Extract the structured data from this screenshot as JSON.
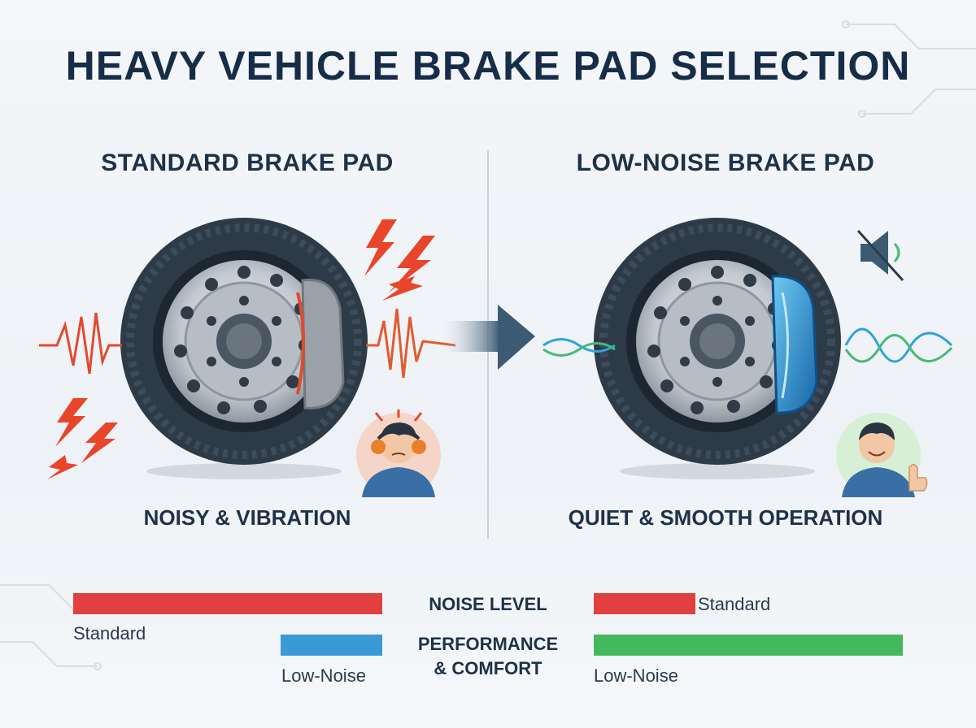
{
  "title": "HEAVY VEHICLE BRAKE PAD SELECTION",
  "left_panel": {
    "heading": "STANDARD BRAKE PAD",
    "caption": "NOISY & VIBRATION"
  },
  "right_panel": {
    "heading": "LOW-NOISE BRAKE PAD",
    "caption": "QUIET & SMOOTH OPERATION"
  },
  "metrics": {
    "noise_label": "NOISE LEVEL",
    "performance_label_line1": "PERFORMANCE",
    "performance_label_line2": "& COMFORT"
  },
  "bars": {
    "noise_standard": {
      "label": "Standard",
      "level": 1.0,
      "color": "#e24040"
    },
    "noise_low": {
      "label": "Low-Noise",
      "level": 0.33,
      "color": "#3a9ad6"
    },
    "perf_standard": {
      "label": "Standard",
      "level": 0.33,
      "color": "#e24040"
    },
    "perf_low": {
      "label": "Low-Noise",
      "level": 1.0,
      "color": "#44b85c"
    }
  },
  "colors": {
    "title": "#172d47",
    "tire": "#2d3a47",
    "rim": "#c7cdd4",
    "caliper_standard": "#9aa1a8",
    "caliper_low": "#1e8fd1",
    "noise_red": "#e24a2e",
    "quiet_blue": "#2fa3d8",
    "quiet_green": "#48b878"
  },
  "icons": [
    "lightning-icon",
    "muted-speaker-icon",
    "arrow-right-icon",
    "annoyed-person-icon",
    "happy-person-icon"
  ]
}
